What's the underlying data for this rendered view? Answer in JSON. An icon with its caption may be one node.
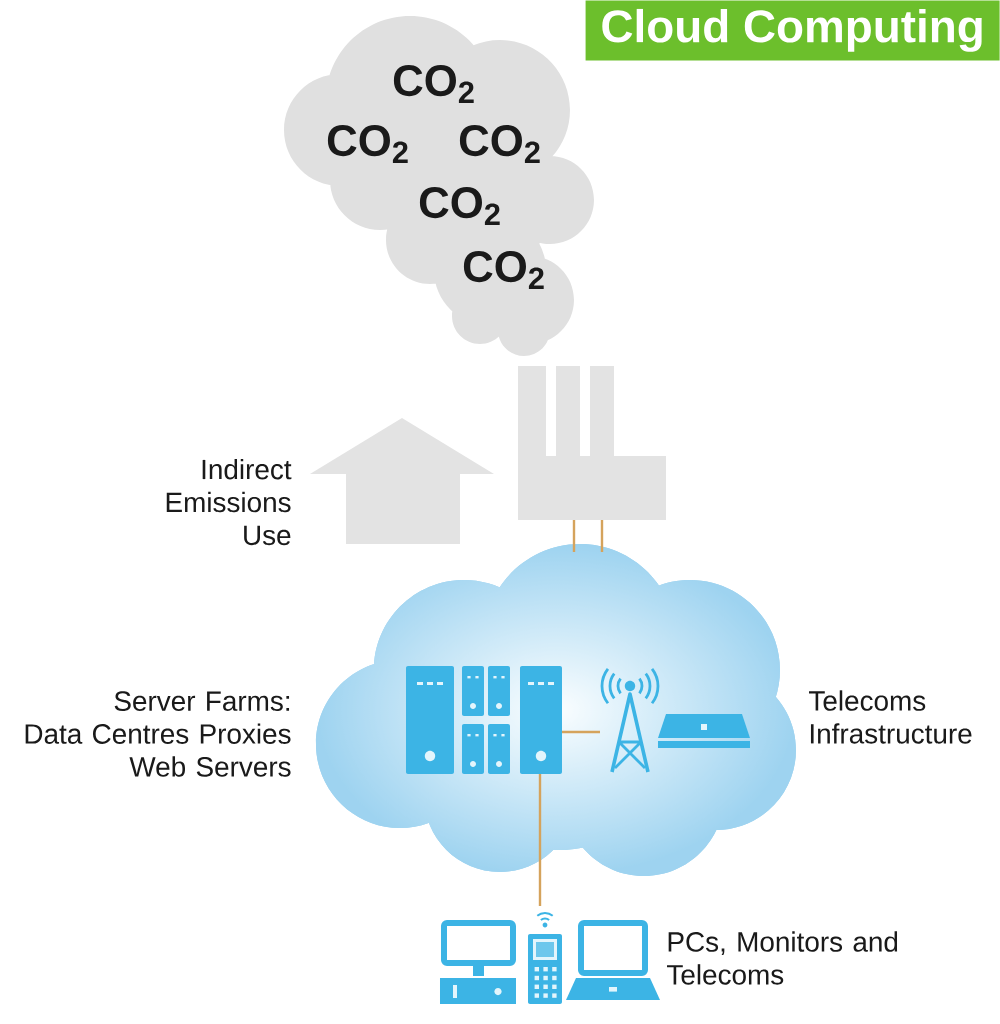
{
  "diagram": {
    "title": "Cloud Computing",
    "nodes": [
      {
        "text": [
          "CO$_{2}$",
          "CO$_{2}$",
          "CO$_{2}$",
          "CO$_{2}$",
          "CO$_{2}$"
        ]
      },
      {
        "text": [],
        "shape": "picture"
      },
      {
        "text": [],
        "shape": "cloud"
      },
      {
        "text": [],
        "shape": "picture",
        "in": 2
      },
      {
        "text": [],
        "shape": "picture",
        "in": 2
      },
      {
        "text": [],
        "shape": "picture",
        "beside": [
          "PCs, Monitors and Telecoms"
        ]
      }
    ],
    "edges": [
      {
        "from": 1,
        "to": 2,
        "arrow": "none"
      },
      {
        "from": 1,
        "to": 2,
        "arrow": "none"
      },
      {
        "from": 3,
        "to": 4,
        "arrow": "none"
      },
      {
        "from": 3,
        "to": 5,
        "arrow": "none"
      }
    ],
    "labels": [
      "Indirect Emissions Use",
      "Server Farms: Data Centres Proxies Web Servers",
      "Telecoms Infrastructure"
    ]
  }
}
